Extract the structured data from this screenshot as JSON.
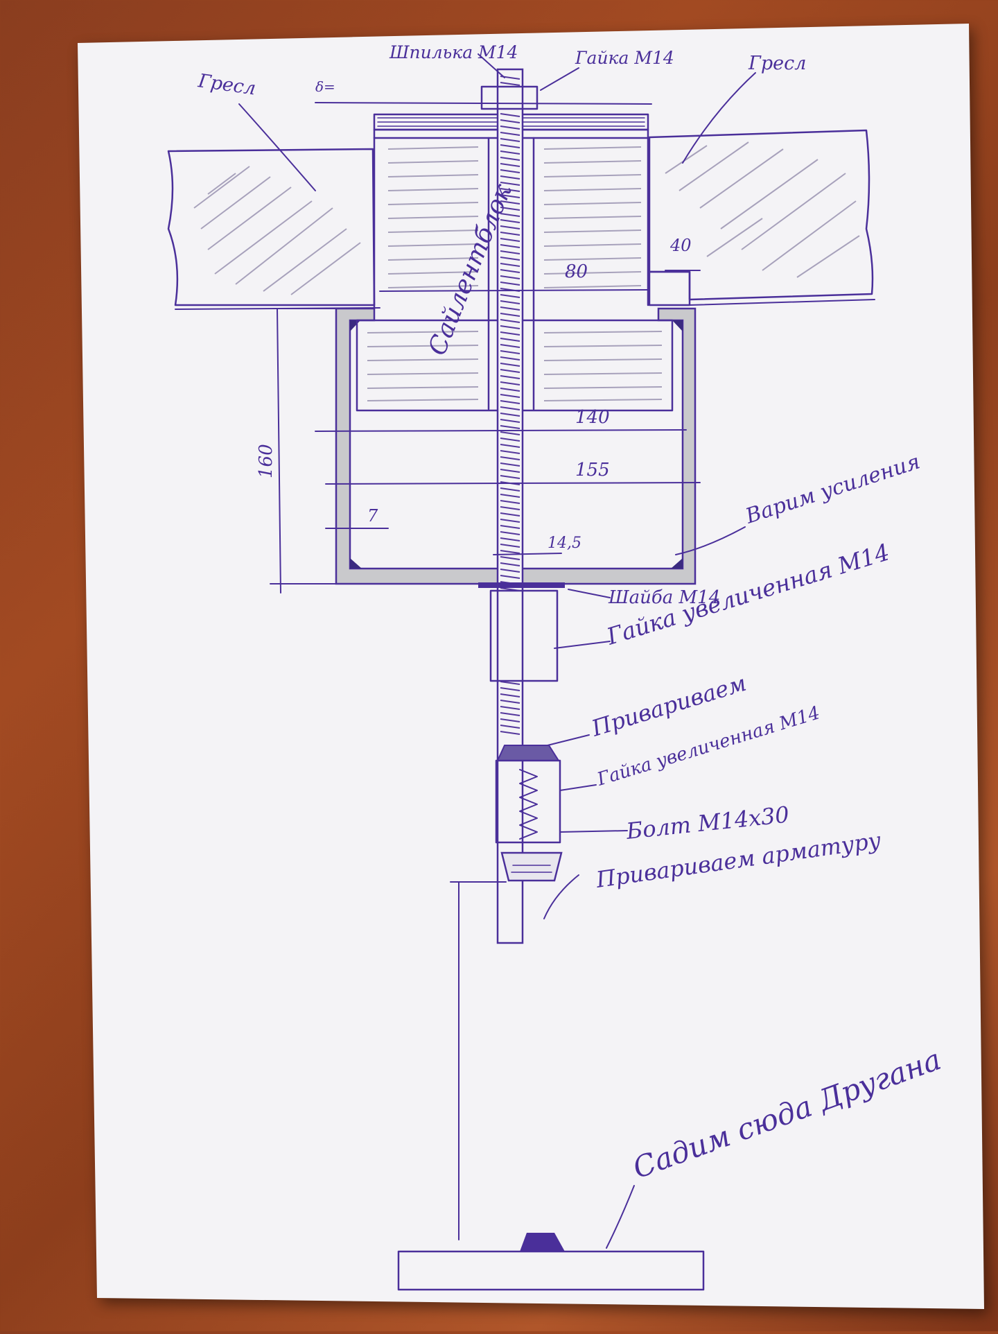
{
  "labels": {
    "stud": "Шпилька М14",
    "nut_top": "Гайка М14",
    "beam_left": "Гресл",
    "beam_right": "Гресл",
    "block": "Сайлентблок",
    "washer": "Шайба М14",
    "nut_long_1": "Гайка увеличенная М14",
    "weld_top": "Привариваем",
    "nut_long_2": "Гайка увеличенная М14",
    "bolt": "Болт М14х30",
    "weld_rebar": "Привариваем арматуру",
    "reinforce": "Варим усиления",
    "seat": "Садим сюда Другана",
    "thickness_mark": "δ="
  },
  "dimensions": {
    "d80": "80",
    "d40": "40",
    "d160": "160",
    "d140": "140",
    "d155": "155",
    "d7": "7",
    "d14_5": "14,5"
  },
  "colors": {
    "ink": "#4a2f9a",
    "paper": "#f4f3f5",
    "steel": "#c9c9cc",
    "table": "#9a4522"
  }
}
